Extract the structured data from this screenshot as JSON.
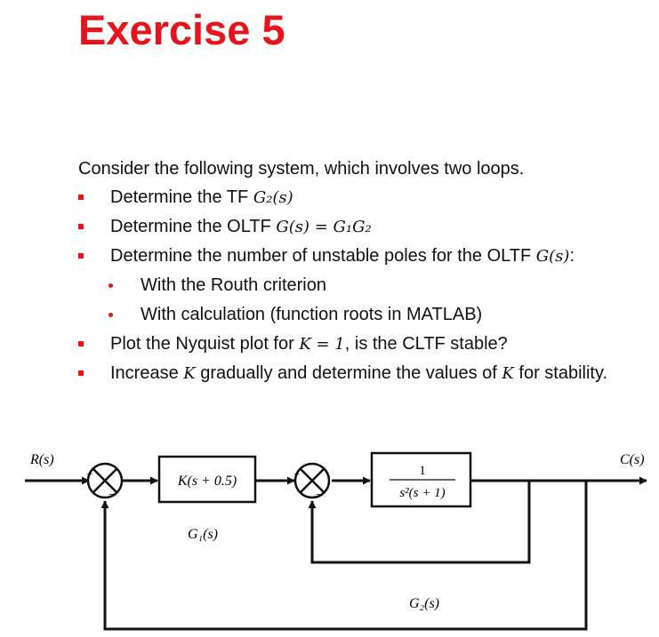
{
  "title": "Exercise 5",
  "intro": "Consider the following system, which involves two loops.",
  "items": [
    {
      "text": "Determine the TF ",
      "math": "G₂(s)"
    },
    {
      "text": "Determine the OLTF ",
      "math": "G(s) = G₁G₂"
    },
    {
      "text": "Determine the number of unstable poles for the OLTF ",
      "math": "G(s)",
      "after": ":"
    },
    {
      "text": "With the Routh criterion"
    },
    {
      "text": "With calculation (function roots in MATLAB)"
    },
    {
      "text": "Plot the Nyquist plot for ",
      "math": "K = 1",
      "after": ", is the CLTF stable?"
    },
    {
      "text": "Increase ",
      "math": "K",
      "after": " gradually and determine the values of ",
      "math2": "K",
      "after2": " for stability."
    }
  ],
  "diagram": {
    "input_label": "R(s)",
    "output_label": "C(s)",
    "block1": "K(s + 0.5)",
    "block1_label": "G₁(s)",
    "block2_num": "1",
    "block2_den": "s²(s + 1)",
    "block2_label": "G₂(s)",
    "plus": "+",
    "minus": "−"
  },
  "colors": {
    "accent": "#e8141c",
    "text": "#111111"
  }
}
